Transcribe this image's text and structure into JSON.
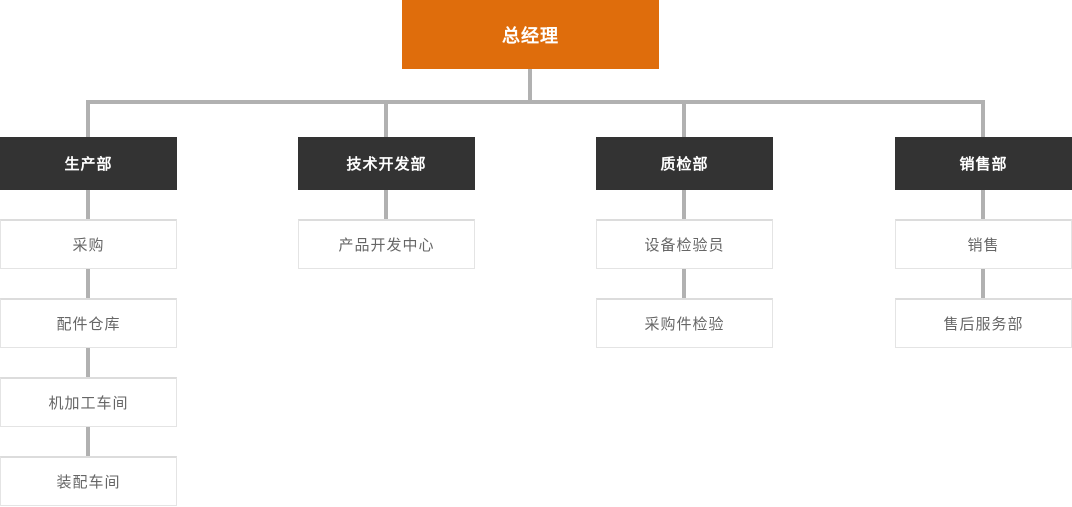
{
  "chart": {
    "type": "org-chart",
    "root": {
      "label": "总经理"
    },
    "departments": [
      {
        "label": "生产部",
        "children": [
          {
            "label": "采购"
          },
          {
            "label": "配件仓库"
          },
          {
            "label": "机加工车间"
          },
          {
            "label": "装配车间"
          }
        ]
      },
      {
        "label": "技术开发部",
        "children": [
          {
            "label": "产品开发中心"
          }
        ]
      },
      {
        "label": "质检部",
        "children": [
          {
            "label": "设备检验员"
          },
          {
            "label": "采购件检验"
          }
        ]
      },
      {
        "label": "销售部",
        "children": [
          {
            "label": "销售"
          },
          {
            "label": "售后服务部"
          }
        ]
      }
    ]
  },
  "colors": {
    "root_bg": "#df6d0c",
    "department_bg": "#333333",
    "connector": "#b1b1b1",
    "child_border": "#e4e4e4",
    "child_text": "#666666",
    "node_text_light": "#ffffff"
  }
}
